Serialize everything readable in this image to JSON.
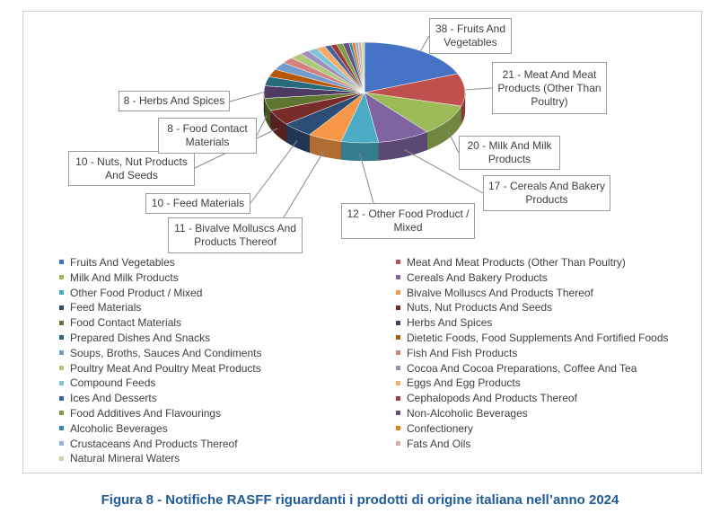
{
  "caption": "Figura 8 - Notifiche RASFF riguardanti i prodotti di origine italiana nell’anno 2024",
  "chart_data": {
    "type": "pie",
    "title": "",
    "categories": [
      "Fruits And Vegetables",
      "Meat And Meat Products (Other Than Poultry)",
      "Milk And Milk Products",
      "Cereals And Bakery Products",
      "Other Food Product / Mixed",
      "Bivalve Molluscs And Products Thereof",
      "Feed Materials",
      "Nuts, Nut Products And Seeds",
      "Food Contact Materials",
      "Herbs And Spices",
      "Prepared Dishes And Snacks",
      "Dietetic Foods, Food Supplements And Fortified Foods",
      "Soups, Broths, Sauces And Condiments",
      "Fish And Fish Products",
      "Poultry Meat And Poultry Meat Products",
      "Cocoa And Cocoa Preparations, Coffee And Tea",
      "Compound Feeds",
      "Eggs And Egg Products",
      "Ices And Desserts",
      "Cephalopods And Products Thereof",
      "Food Additives And Flavourings",
      "Non-Alcoholic Beverages",
      "Alcoholic Beverages",
      "Confectionery",
      "Crustaceans And Products Thereof",
      "Fats And Oils",
      "Natural Mineral Waters"
    ],
    "values": [
      38,
      21,
      20,
      17,
      12,
      11,
      10,
      10,
      8,
      8,
      6,
      5,
      5,
      4,
      4,
      3,
      3,
      3,
      2,
      2,
      2,
      2,
      1,
      1,
      1,
      1,
      1
    ],
    "colors": [
      "#4472c4",
      "#c0504d",
      "#9bbb59",
      "#8064a2",
      "#4bacc6",
      "#f79646",
      "#2c4d75",
      "#772c2a",
      "#5f7530",
      "#4d3b62",
      "#276a7c",
      "#b65708",
      "#729aca",
      "#d3807e",
      "#afc97a",
      "#a08cbc",
      "#7fc4d9",
      "#f9ab6b",
      "#3b64a0",
      "#9e3a37",
      "#7e9c41",
      "#664f83",
      "#348ea7",
      "#f07d11",
      "#98b2d8",
      "#dba8a7",
      "#c6d8a1"
    ],
    "callouts": [
      "38 - Fruits And Vegetables",
      "21 - Meat And Meat Products (Other Than Poultry)",
      "20 - Milk And Milk Products",
      "17 - Cereals And Bakery Products",
      "12 - Other Food Product / Mixed",
      "11 - Bivalve Molluscs And Products Thereof",
      "10 - Feed Materials",
      "10 - Nuts, Nut Products And Seeds",
      "8 - Food Contact Materials",
      "8 - Herbs And Spices"
    ],
    "legend_position": "bottom",
    "style": "3d-pie"
  }
}
